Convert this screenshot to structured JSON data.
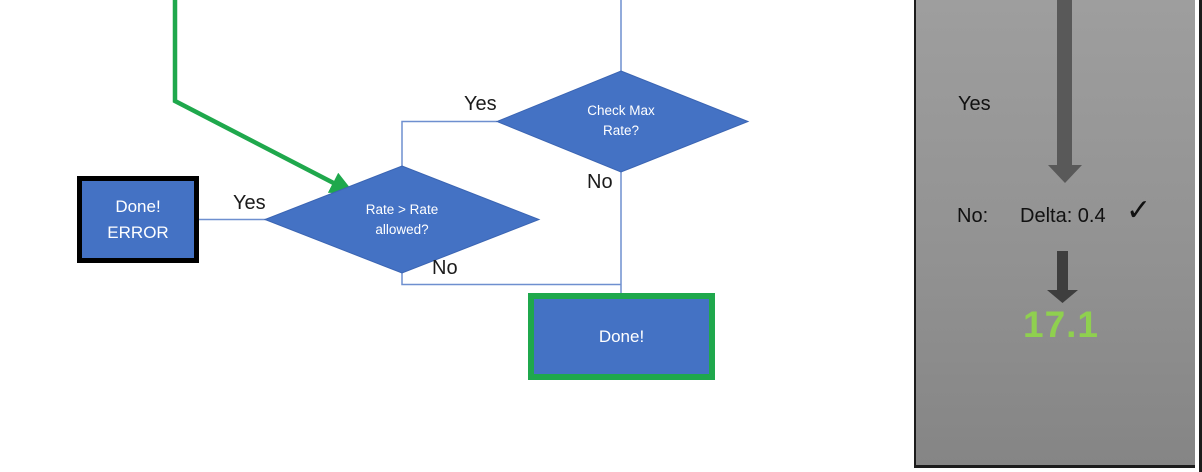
{
  "colors": {
    "shape_blue": "#4472C4",
    "flow_green": "#1FA84C",
    "result_green": "#8FD04F",
    "connector_blue": "#6E8FCF",
    "panel_gray_top": "#9E9E9E",
    "panel_gray_bottom": "#858585",
    "big_arrow_gray": "#595959",
    "small_arrow_gray": "#3E3E3E",
    "error_border_black": "#000000"
  },
  "flowchart": {
    "nodes": {
      "check_max_rate": {
        "line1": "Check Max",
        "line2": "Rate?"
      },
      "rate_allowed": {
        "line1": "Rate > Rate",
        "line2": "allowed?"
      },
      "done_error": {
        "line1": "Done!",
        "line2": "ERROR"
      },
      "done": {
        "label": "Done!"
      }
    },
    "edge_labels": {
      "check_max_yes": "Yes",
      "check_max_no": "No",
      "rate_allowed_yes": "Yes",
      "rate_allowed_no": "No"
    }
  },
  "side_panel": {
    "yes_label": "Yes",
    "no_label": "No:",
    "delta_text": "Delta: 0.4",
    "checkmark": "✓",
    "result_value": "17.1"
  }
}
